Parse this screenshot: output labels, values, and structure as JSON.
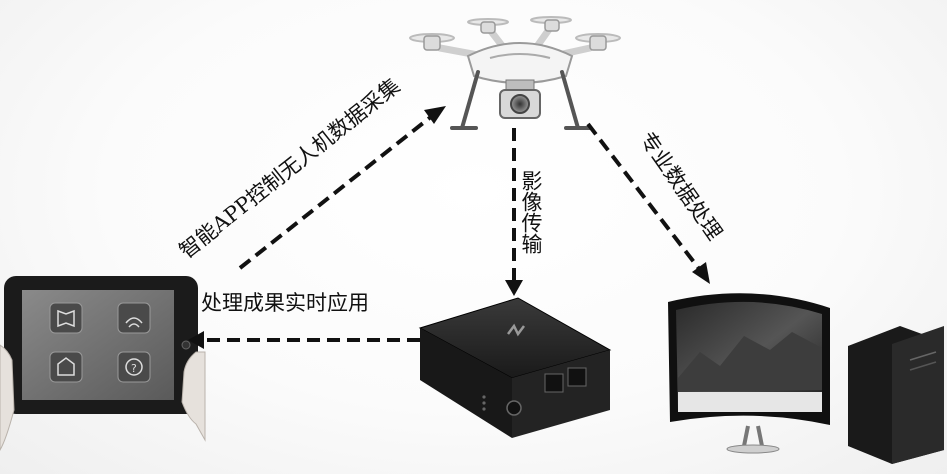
{
  "diagram": {
    "labels": {
      "control": "智能APP控制无人机数据采集",
      "transmission": "影像传输",
      "professional": "专业数据处理",
      "realtime": "处理成果实时应用"
    }
  }
}
